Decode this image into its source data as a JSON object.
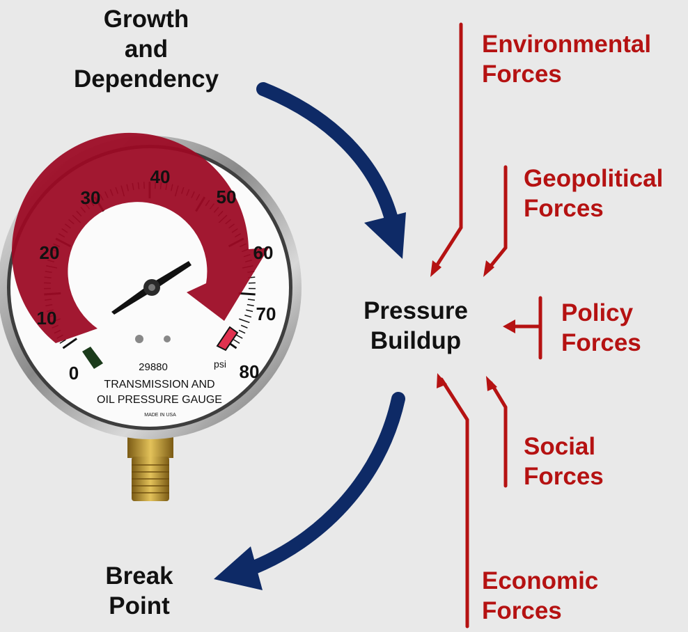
{
  "labels": {
    "growth": [
      "Growth",
      "and",
      "Dependency"
    ],
    "break_point": [
      "Break",
      "Point"
    ],
    "pressure": [
      "Pressure",
      "Buildup"
    ],
    "environmental": [
      "Environmental",
      "Forces"
    ],
    "geopolitical": [
      "Geopolitical",
      "Forces"
    ],
    "policy": [
      "Policy",
      "Forces"
    ],
    "social": [
      "Social",
      "Forces"
    ],
    "economic": [
      "Economic",
      "Forces"
    ]
  },
  "gauge": {
    "scale_labels": [
      "0",
      "10",
      "20",
      "30",
      "40",
      "50",
      "60",
      "70",
      "80"
    ],
    "model_number": "29880",
    "unit": "psi",
    "line1": "TRANSMISSION AND",
    "line2": "OIL PRESSURE GAUGE",
    "made_in": "MADE IN USA"
  },
  "colors": {
    "dark_arrow": "#0e2a66",
    "force_red": "#b51212",
    "pressure_arc": "#9c0a24",
    "background": "#e9e9e9"
  }
}
